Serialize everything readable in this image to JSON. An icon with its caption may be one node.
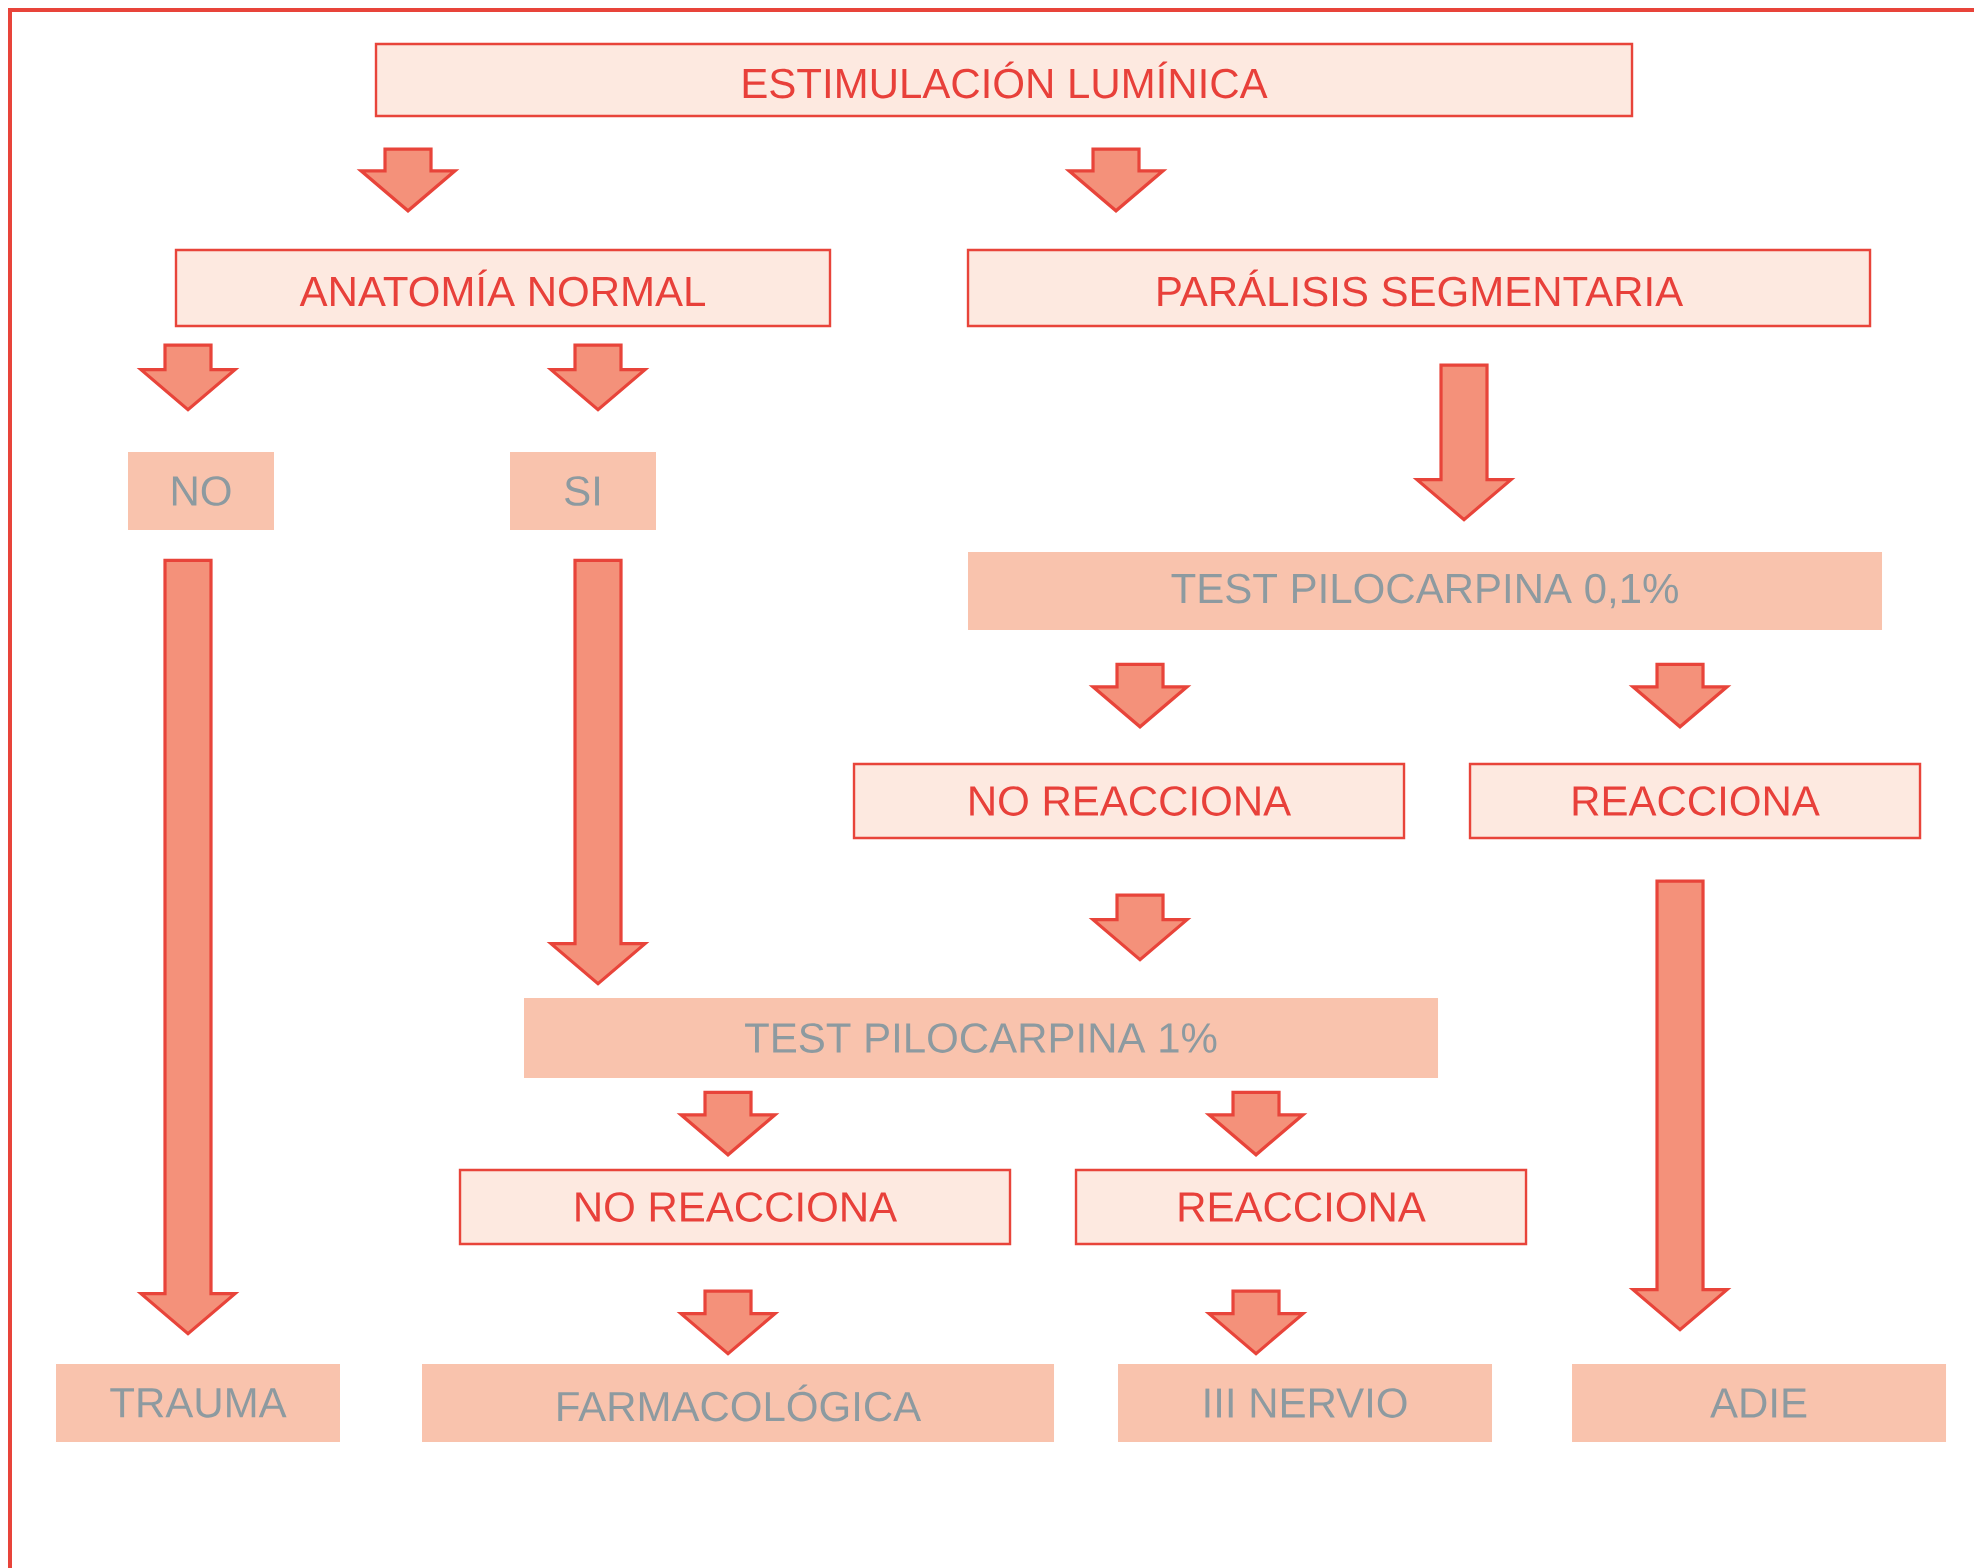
{
  "diagram": {
    "nodes": [
      {
        "text": [
          "ESTIMULACIÓN LUMÍNICA"
        ]
      },
      {
        "text": [
          "ANATOMÍA NORMAL"
        ]
      },
      {
        "text": [
          "PARÁLISIS SEGMENTARIA"
        ]
      },
      {
        "text": [
          "NO"
        ]
      },
      {
        "text": [
          "SI"
        ]
      },
      {
        "text": [
          "TEST PILOCARPINA 0,1%"
        ]
      },
      {
        "text": [
          "NO REACCIONA"
        ]
      },
      {
        "text": [
          "REACCIONA"
        ]
      },
      {
        "text": [
          "TEST PILOCARPINA 1%"
        ]
      },
      {
        "text": [
          "NO REACCIONA"
        ]
      },
      {
        "text": [
          "REACCIONA"
        ]
      },
      {
        "text": [
          "TRAUMA"
        ]
      },
      {
        "text": [
          "FARMACOLÓGICA"
        ]
      },
      {
        "text": [
          "III NERVIO"
        ]
      },
      {
        "text": [
          "ADIE"
        ]
      }
    ],
    "edges": [
      {
        "from": 0,
        "to": 1,
        "arrow": "to"
      },
      {
        "from": 0,
        "to": 2,
        "arrow": "to"
      },
      {
        "from": 1,
        "to": 3,
        "arrow": "to"
      },
      {
        "from": 1,
        "to": 4,
        "arrow": "to"
      },
      {
        "from": 2,
        "to": 5,
        "arrow": "to"
      },
      {
        "from": 3,
        "to": 11,
        "arrow": "to"
      },
      {
        "from": 4,
        "to": 8,
        "arrow": "to"
      },
      {
        "from": 5,
        "to": 6,
        "arrow": "to"
      },
      {
        "from": 5,
        "to": 7,
        "arrow": "to"
      },
      {
        "from": 6,
        "to": 8,
        "arrow": "to"
      },
      {
        "from": 7,
        "to": 14,
        "arrow": "to"
      },
      {
        "from": 8,
        "to": 9,
        "arrow": "to"
      },
      {
        "from": 8,
        "to": 10,
        "arrow": "to"
      },
      {
        "from": 9,
        "to": 12,
        "arrow": "to"
      },
      {
        "from": 10,
        "to": 13,
        "arrow": "to"
      }
    ]
  }
}
